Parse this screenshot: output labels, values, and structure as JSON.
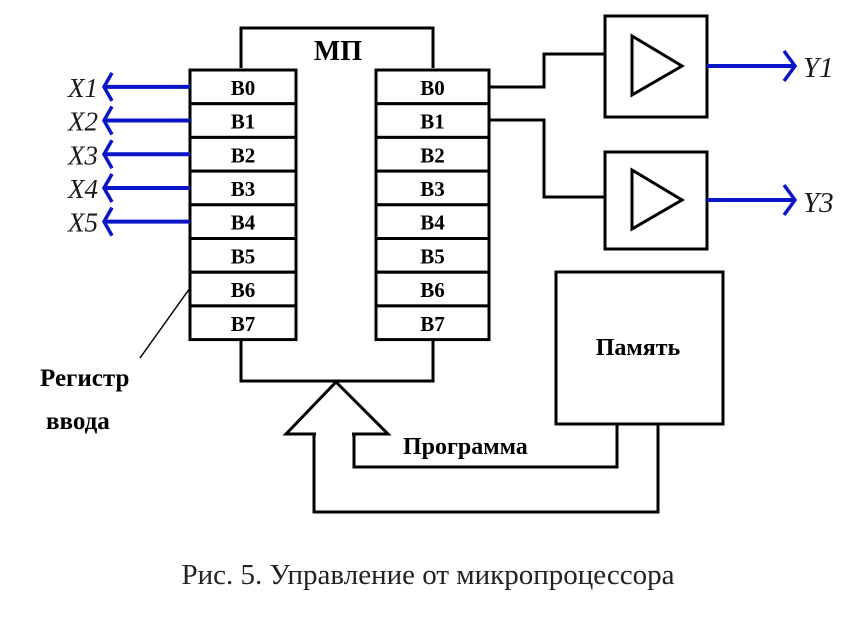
{
  "diagram": {
    "mp_label": "МП",
    "input_register_cells": [
      "B0",
      "B1",
      "B2",
      "B3",
      "B4",
      "B5",
      "B6",
      "B7"
    ],
    "output_register_cells": [
      "B0",
      "B1",
      "B2",
      "B3",
      "B4",
      "B5",
      "B6",
      "B7"
    ],
    "inputs": [
      "X1",
      "X2",
      "X3",
      "X4",
      "X5"
    ],
    "outputs": [
      "Y1",
      "Y3"
    ],
    "register_label_line1": "Регистр",
    "register_label_line2": "ввода",
    "memory_label": "Память",
    "program_label": "Программа",
    "caption": "Рис. 5. Управление от микропроцессора",
    "colors": {
      "signal_lines": "#0a14c8",
      "lines": "#000000",
      "text": "#1a1a1a"
    }
  }
}
